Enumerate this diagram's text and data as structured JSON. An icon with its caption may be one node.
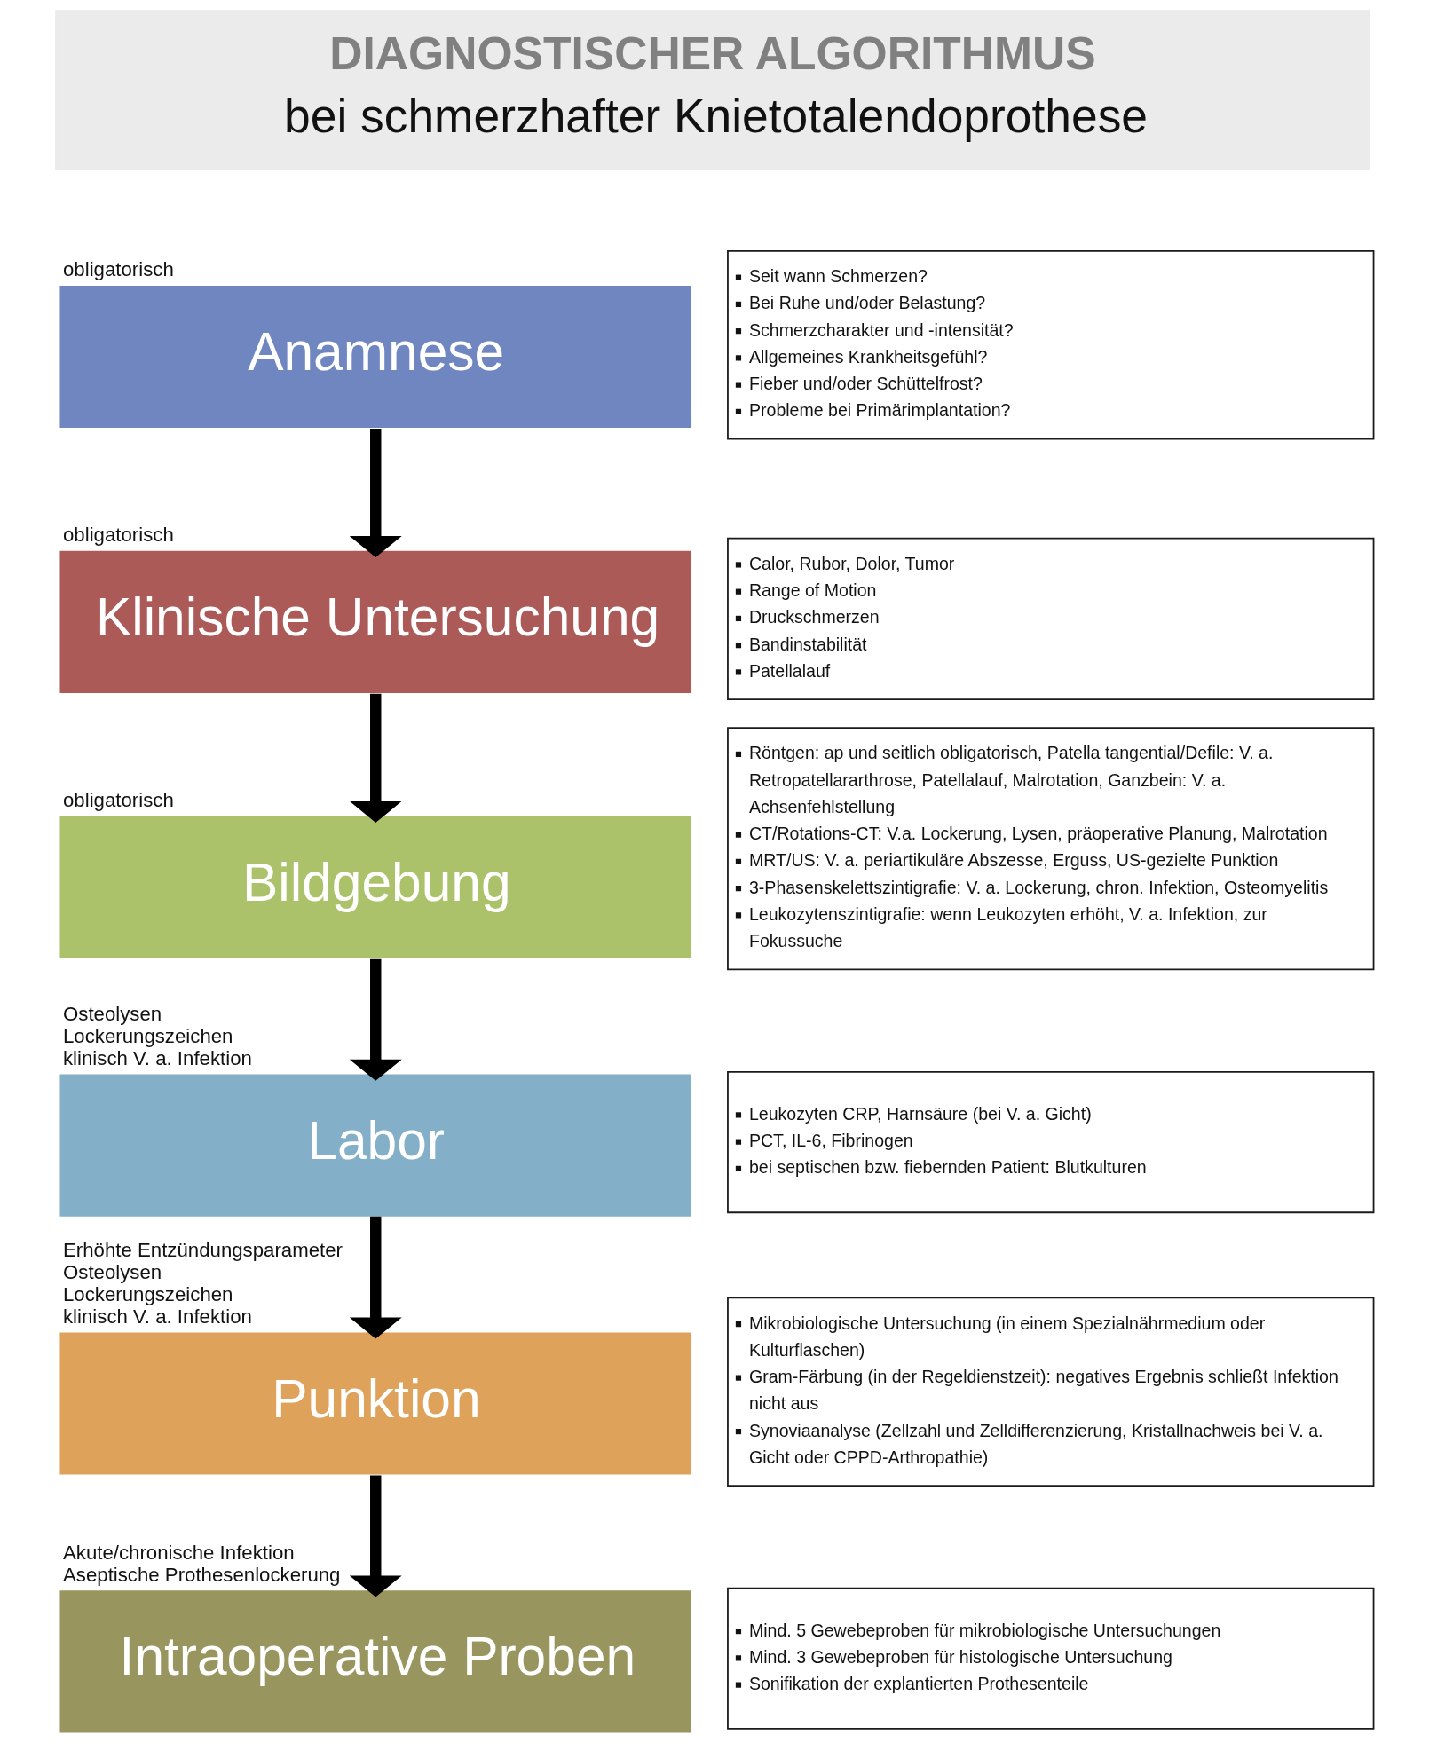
{
  "diagram": {
    "nodes": [
      {
        "text": [
          "DIAGNOSTISCHER ALGORITHMUS",
          "bei schmerzhafter Knietotalendoprothese"
        ]
      },
      {
        "text": [
          "Anamnese"
        ],
        "beside": [
          "obligatorisch"
        ]
      },
      {
        "text": [
          "Seit wann Schmerzen?",
          "Bei Ruhe und/oder Belastung?",
          "Schmerzcharakter und -intensität?",
          "Allgemeines Krankheitsgefühl?",
          "Fieber und/oder Schüttelfrost?",
          "Probleme bei Primärimplantation?"
        ]
      },
      {
        "text": [
          "Klinische Untersuchung"
        ],
        "beside": [
          "obligatorisch"
        ]
      },
      {
        "text": [
          "Calor, Rubor, Dolor, Tumor",
          "Range of Motion",
          "Druckschmerzen",
          "Bandinstabilität",
          "Patellalauf"
        ]
      },
      {
        "text": [
          "Bildgebung"
        ],
        "beside": [
          "obligatorisch"
        ]
      },
      {
        "text": [
          "Röntgen: ap und seitlich obligatorisch, Patella tangential/Defile: V. a. Retropatellararthrose, Patellalauf, Malrotation, Ganzbein: V. a. Achsenfehlstellung",
          "CT/Rotations-CT: V.a. Lockerung, Lysen, präoperative Planung, Malrotation",
          "MRT/US: V. a. periartikuläre Abszesse, Erguss, US-gezielte Punktion",
          "3-Phasenskelettszintigrafie: V. a. Lockerung, chron. Infektion, Osteomyelitis",
          "Leukozytenszintigrafie: wenn Leukozyten erhöht, V. a. Infektion, zur Fokussuche"
        ]
      },
      {
        "text": [
          "Labor"
        ],
        "beside": [
          "Osteolysen",
          "Lockerungszeichen",
          "klinisch V. a. Infektion"
        ]
      },
      {
        "text": [
          "Leukozyten CRP, Harnsäure (bei V. a. Gicht)",
          "PCT, IL-6, Fibrinogen",
          "bei septischen bzw. fiebernden Patient: Blutkulturen"
        ]
      },
      {
        "text": [
          "Punktion"
        ],
        "beside": [
          "Erhöhte Entzündungsparameter",
          "Osteolysen",
          "Lockerungszeichen",
          "klinisch V. a. Infektion"
        ]
      },
      {
        "text": [
          "Mikrobiologische Untersuchung (in einem Spezialnährmedium oder Kulturflaschen)",
          "Gram-Färbung (in der Regeldienstzeit): negatives Ergebnis schließt Infektion nicht aus",
          "Synoviaanalyse (Zellzahl und Zelldifferenzierung, Kristallnachweis bei V. a. Gicht oder CPPD-Arthropathie)"
        ]
      },
      {
        "text": [
          "Intraoperative Proben"
        ],
        "beside": [
          "Akute/chronische Infektion",
          "Aseptische Prothesenlockerung"
        ]
      },
      {
        "text": [
          "Mind. 5 Gewebeproben für mikrobiologische Untersuchungen",
          "Mind. 3 Gewebeproben für histologische Untersuchung",
          "Sonifikation der explantierten Prothesenteile"
        ]
      }
    ],
    "edges": [
      {
        "from": 1,
        "to": 3,
        "arrow": "to"
      },
      {
        "from": 3,
        "to": 5,
        "arrow": "to"
      },
      {
        "from": 5,
        "to": 7,
        "arrow": "to"
      },
      {
        "from": 7,
        "to": 9,
        "arrow": "to"
      },
      {
        "from": 9,
        "to": 11,
        "arrow": "to"
      }
    ]
  }
}
